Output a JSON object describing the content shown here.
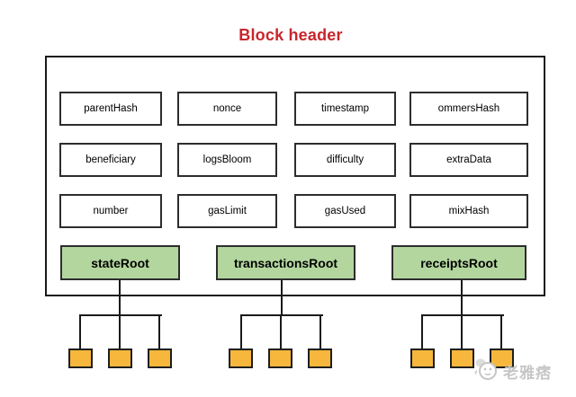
{
  "title": {
    "text": "Block header"
  },
  "header_fields": {
    "rows": [
      [
        "parentHash",
        "nonce",
        "timestamp",
        "ommersHash"
      ],
      [
        "beneficiary",
        "logsBloom",
        "difficulty",
        "extraData"
      ],
      [
        "number",
        "gasLimit",
        "gasUsed",
        "mixHash"
      ]
    ]
  },
  "roots": [
    {
      "label": "stateRoot",
      "leaf_count": 3
    },
    {
      "label": "transactionsRoot",
      "leaf_count": 3
    },
    {
      "label": "receiptsRoot",
      "leaf_count": 3
    }
  ],
  "watermark": {
    "text": "老雅痞"
  },
  "colors": {
    "title": "#c9252d",
    "root_fill": "#b3d69e",
    "leaf_fill": "#f6b73c",
    "line": "#1a1a1a",
    "watermark": "#c6c6c6",
    "background": "#ffffff"
  }
}
